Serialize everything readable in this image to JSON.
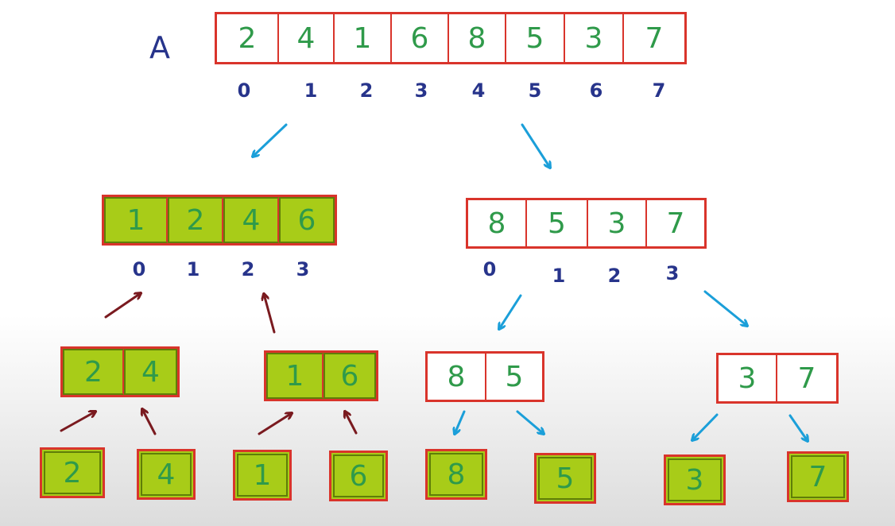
{
  "array_label": "A",
  "root": {
    "values": [
      "2",
      "4",
      "1",
      "6",
      "8",
      "5",
      "3",
      "7"
    ],
    "indices": [
      "0",
      "1",
      "2",
      "3",
      "4",
      "5",
      "6",
      "7"
    ]
  },
  "left_half": {
    "values": [
      "1",
      "2",
      "4",
      "6"
    ],
    "indices": [
      "0",
      "1",
      "2",
      "3"
    ]
  },
  "right_half": {
    "values": [
      "8",
      "5",
      "3",
      "7"
    ],
    "indices": [
      "0",
      "1",
      "2",
      "3"
    ]
  },
  "pairs": [
    {
      "values": [
        "2",
        "4"
      ],
      "sorted": true
    },
    {
      "values": [
        "1",
        "6"
      ],
      "sorted": true
    },
    {
      "values": [
        "8",
        "5"
      ],
      "sorted": false
    },
    {
      "values": [
        "3",
        "7"
      ],
      "sorted": false
    }
  ],
  "leaves": [
    {
      "value": "2",
      "sorted": true
    },
    {
      "value": "4",
      "sorted": true
    },
    {
      "value": "1",
      "sorted": true
    },
    {
      "value": "6",
      "sorted": true
    },
    {
      "value": "8",
      "sorted": true
    },
    {
      "value": "5",
      "sorted": true
    },
    {
      "value": "3",
      "sorted": true
    },
    {
      "value": "7",
      "sorted": true
    }
  ],
  "colors": {
    "border": "#d9342b",
    "digit": "#2f9a4a",
    "index": "#27348b",
    "fill": "#a8cc18",
    "split_arrow": "#1b9fd9",
    "merge_arrow": "#7a1a1f"
  }
}
